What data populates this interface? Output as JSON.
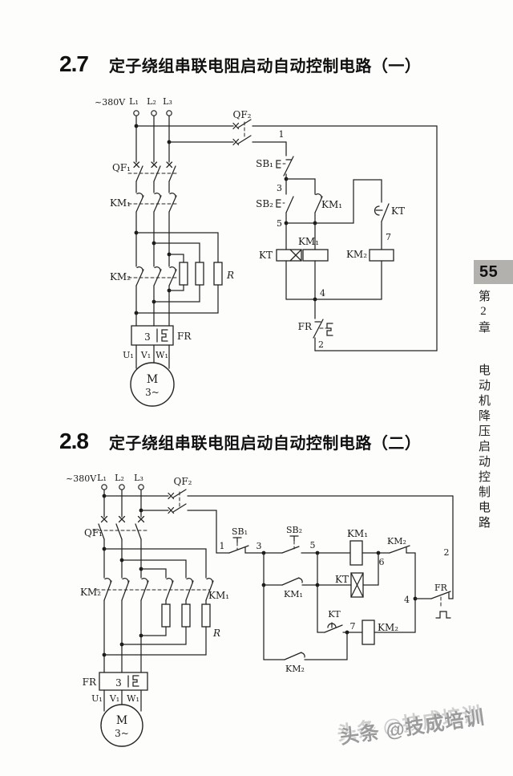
{
  "sections": [
    {
      "number": "2.7",
      "title": "定子绕组串联电阻启动自动控制电路（一）"
    },
    {
      "number": "2.8",
      "title": "定子绕组串联电阻启动自动控制电路（二）"
    }
  ],
  "sidebar": {
    "page_number": "55",
    "chapter": "第2章",
    "chapter_title": "电动机降压启动控制电路"
  },
  "watermark": {
    "text": "头条 @技成培训"
  },
  "labels": {
    "voltage": "~380V",
    "l1": "L₁",
    "l2": "L₂",
    "l3": "L₃",
    "qf1": "QF₁",
    "qf2": "QF₂",
    "km1": "KM₁",
    "km2": "KM₂",
    "kt": "KT",
    "sb1": "SB₁",
    "sb2": "SB₂",
    "fr": "FR",
    "r": "R",
    "motor": "M",
    "motor_phase": "3~",
    "u1": "U₁",
    "v1": "V₁",
    "w1": "W₁",
    "fr_poles": "3",
    "n1": "1",
    "n2": "2",
    "n3": "3",
    "n4": "4",
    "n5": "5",
    "n6": "6",
    "n7": "7"
  }
}
